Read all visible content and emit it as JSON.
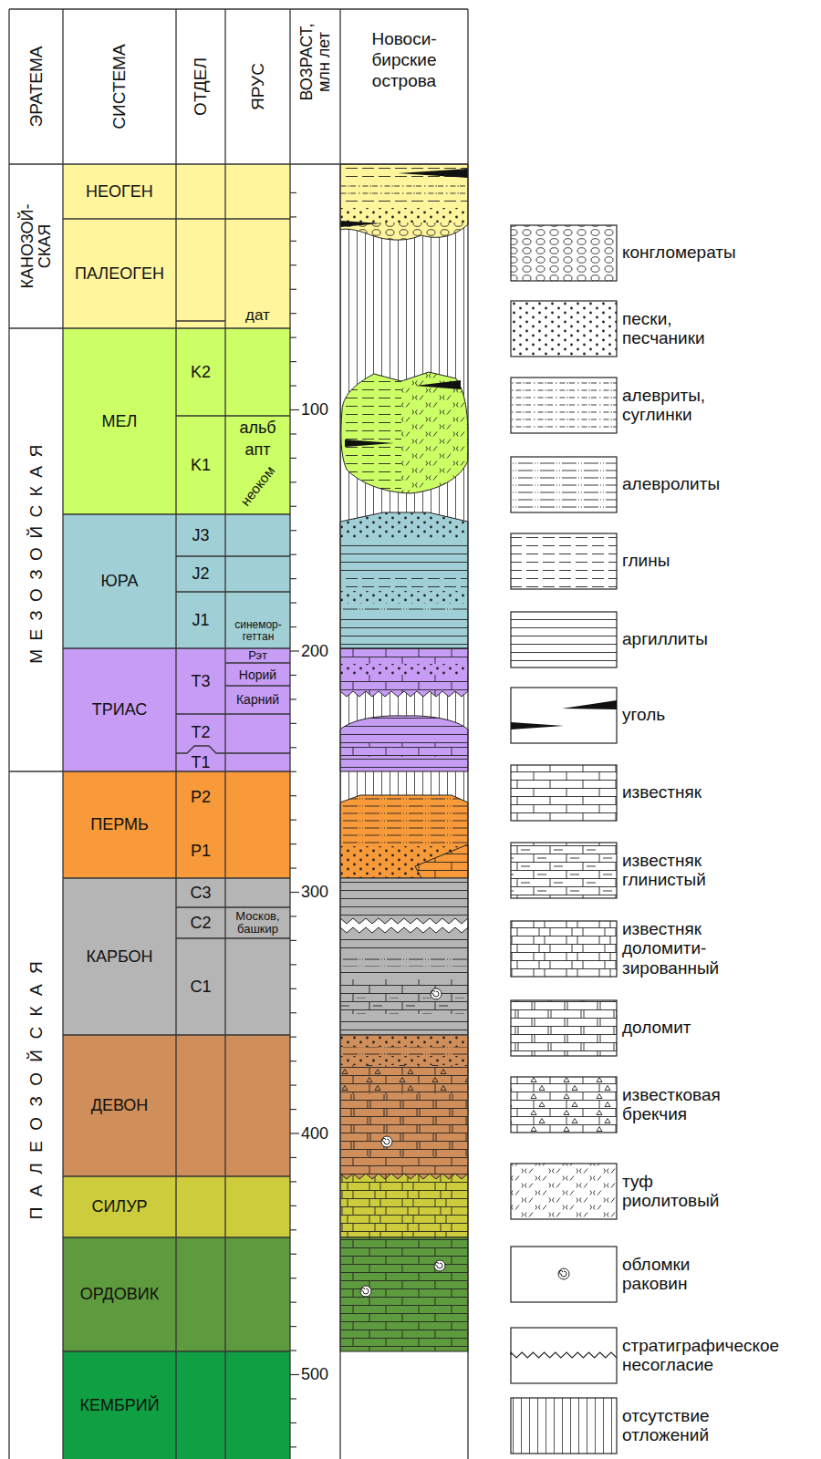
{
  "diagram": {
    "nodes": [
      {
        "text": [
          "ЭРАТЕМА"
        ]
      },
      {
        "text": [
          "СИСТЕМА"
        ]
      },
      {
        "text": [
          "ОТДЕЛ"
        ]
      },
      {
        "text": [
          "ЯРУС"
        ]
      },
      {
        "text": [
          "ВОЗРАСТ, млн лет"
        ]
      },
      {
        "text": [
          "Новоси- бирские острова"
        ]
      },
      {
        "text": [
          "КАНОЗОЙ- СКАЯ"
        ]
      },
      {
        "text": [
          "НЕОГЕН"
        ]
      },
      {
        "text": [
          "ПАЛЕОГЕН"
        ]
      },
      {
        "text": [
          "МЕЗОЗОЙСКАЯ"
        ]
      },
      {
        "text": [
          "МЕЛ"
        ]
      },
      {
        "text": [
          "K2"
        ]
      },
      {
        "text": [
          "K1"
        ]
      },
      {
        "text": [
          "ЮРА"
        ]
      },
      {
        "text": [
          "J3"
        ]
      },
      {
        "text": [
          "J2"
        ]
      },
      {
        "text": [
          "J1"
        ]
      },
      {
        "text": [
          "ТРИАС"
        ]
      },
      {
        "text": [
          "T3"
        ]
      },
      {
        "text": [
          "T2"
        ]
      },
      {
        "text": [
          "T1"
        ]
      },
      {
        "text": [
          "ПАЛЕОЗОЙСКАЯ"
        ]
      },
      {
        "text": [
          "ПЕРМЬ"
        ]
      },
      {
        "text": [
          "P2"
        ]
      },
      {
        "text": [
          "P1"
        ]
      },
      {
        "text": [
          "КАРБОН"
        ]
      },
      {
        "text": [
          "C3"
        ]
      },
      {
        "text": [
          "C2"
        ]
      },
      {
        "text": [
          "C1"
        ]
      },
      {
        "text": [
          "ДЕВОН"
        ]
      },
      {
        "text": [
          "СИЛУР"
        ]
      },
      {
        "text": [
          "ОРДОВИК"
        ]
      },
      {
        "text": [
          "КЕМБРИЙ"
        ]
      }
    ],
    "labels": [
      "дат",
      "альб",
      "апт",
      "неоком",
      "синемор- геттан",
      "Рэт",
      "Норий",
      "Карний",
      "Москов, башкир",
      "100",
      "200",
      "300",
      "400",
      "500"
    ],
    "legend": [
      {
        "text": "конгломераты"
      },
      {
        "text": "пески, песчаники"
      },
      {
        "text": "алевриты, суглинки"
      },
      {
        "text": "алевролиты"
      },
      {
        "text": "глины"
      },
      {
        "text": "аргиллиты"
      },
      {
        "text": "уголь"
      },
      {
        "text": "известняк"
      },
      {
        "text": "известняк глинистый"
      },
      {
        "text": "известняк доломити- зированный"
      },
      {
        "text": "доломит"
      },
      {
        "text": "известковая брекчия"
      },
      {
        "text": "туф риолитовый"
      },
      {
        "text": "обломки раковин"
      },
      {
        "text": "стратиграфическое несогласие"
      },
      {
        "text": "отсутствие отложений"
      }
    ]
  }
}
